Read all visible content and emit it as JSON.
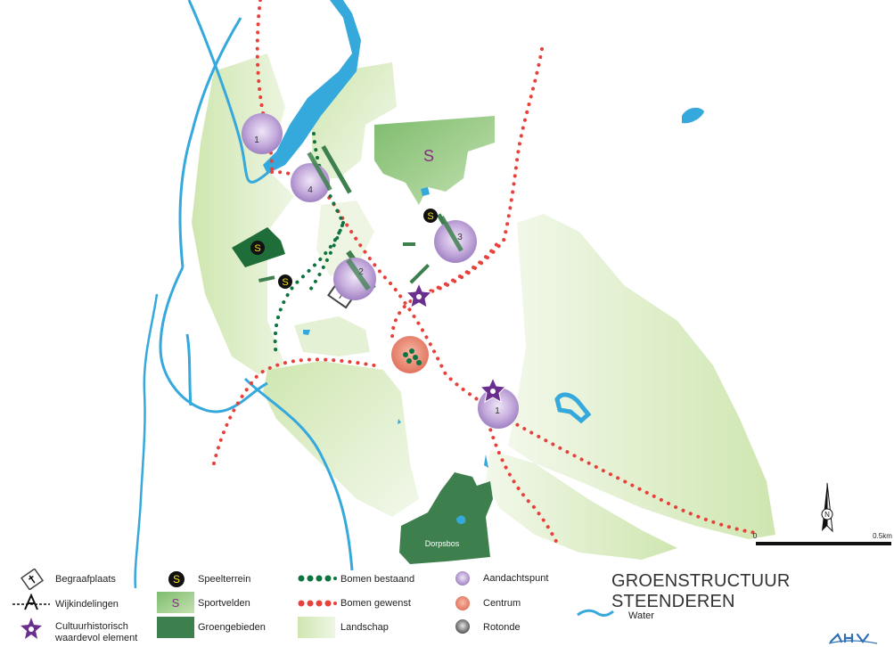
{
  "title": "GROENSTRUCTUUR STEENDEREN",
  "map_labels": {
    "sport_s": "S",
    "play_s": "S",
    "dorpsbos": "Dorpsbos",
    "point_1_north": "1",
    "point_4": "4",
    "point_2": "2",
    "point_3": "3",
    "point_1_south": "1",
    "cross": "†"
  },
  "scale": {
    "start": "0",
    "end": "0.5km",
    "north": "N"
  },
  "legend": {
    "col1": [
      {
        "label": "Begraafplaats",
        "icon": "cemetery-icon"
      },
      {
        "label": "Wijkindelingen",
        "icon": "district-line-icon"
      },
      {
        "label": "Cultuurhistorisch waardevol element",
        "icon": "star-icon"
      }
    ],
    "col2": [
      {
        "label": "Speelterrein",
        "icon": "playground-icon",
        "glyph": "S"
      },
      {
        "label": "Sportvelden",
        "icon": "sportsfield-icon",
        "glyph": "S"
      },
      {
        "label": "Groengebieden",
        "icon": "greenarea-icon"
      }
    ],
    "col3": [
      {
        "label": "Bomen bestaand",
        "icon": "existing-trees-icon"
      },
      {
        "label": "Bomen gewenst",
        "icon": "desired-trees-icon"
      },
      {
        "label": "Landschap",
        "icon": "landscape-icon"
      }
    ],
    "col4": [
      {
        "label": "Aandachtspunt",
        "icon": "attention-point-icon"
      },
      {
        "label": "Centrum",
        "icon": "center-icon"
      },
      {
        "label": "Rotonde",
        "icon": "roundabout-icon"
      }
    ],
    "water": {
      "label": "Water",
      "icon": "water-icon"
    }
  },
  "colors": {
    "water": "#35a8dc",
    "landscape": "#d9ecc1",
    "sportsfield": "#8cc57a",
    "greenarea": "#3d7f4d",
    "trees_desired": "#e8403a",
    "trees_existing": "#0d7440",
    "attention": "#b79ad6",
    "center": "#e67c68"
  }
}
